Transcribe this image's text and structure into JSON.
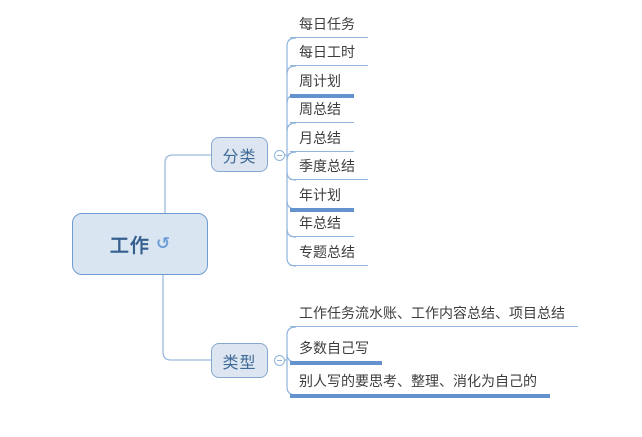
{
  "root": {
    "label": "工作",
    "icon_glyph": "↺",
    "icon_name": "refresh-icon"
  },
  "branches": [
    {
      "label": "分类",
      "collapse_state": "expanded",
      "children": [
        {
          "label": "每日任务",
          "emphasis": false
        },
        {
          "label": "每日工时",
          "emphasis": false
        },
        {
          "label": "周计划",
          "emphasis": true
        },
        {
          "label": "周总结",
          "emphasis": false
        },
        {
          "label": "月总结",
          "emphasis": false
        },
        {
          "label": "季度总结",
          "emphasis": false
        },
        {
          "label": "年计划",
          "emphasis": true
        },
        {
          "label": "年总结",
          "emphasis": false
        },
        {
          "label": "专题总结",
          "emphasis": false
        }
      ]
    },
    {
      "label": "类型",
      "collapse_state": "expanded",
      "children": [
        {
          "label": "工作任务流水账、工作内容总结、项目总结",
          "emphasis": false
        },
        {
          "label": "多数自己写",
          "emphasis": true
        },
        {
          "label": "别人写的要思考、整理、消化为自己的",
          "emphasis": true
        }
      ]
    }
  ],
  "colors": {
    "background": "#ffffff",
    "node_fill": "#dde6f0",
    "node_border": "#85a8d0",
    "root_fill": "#dae5f2",
    "root_border": "#6f9cd0",
    "title_text": "#36618e",
    "branch_text": "#3f6a99",
    "leaf_text": "#3d3d3d",
    "line_thin": "#93b6dd",
    "line_thick": "#6492cf",
    "connector": "#9cbade"
  }
}
